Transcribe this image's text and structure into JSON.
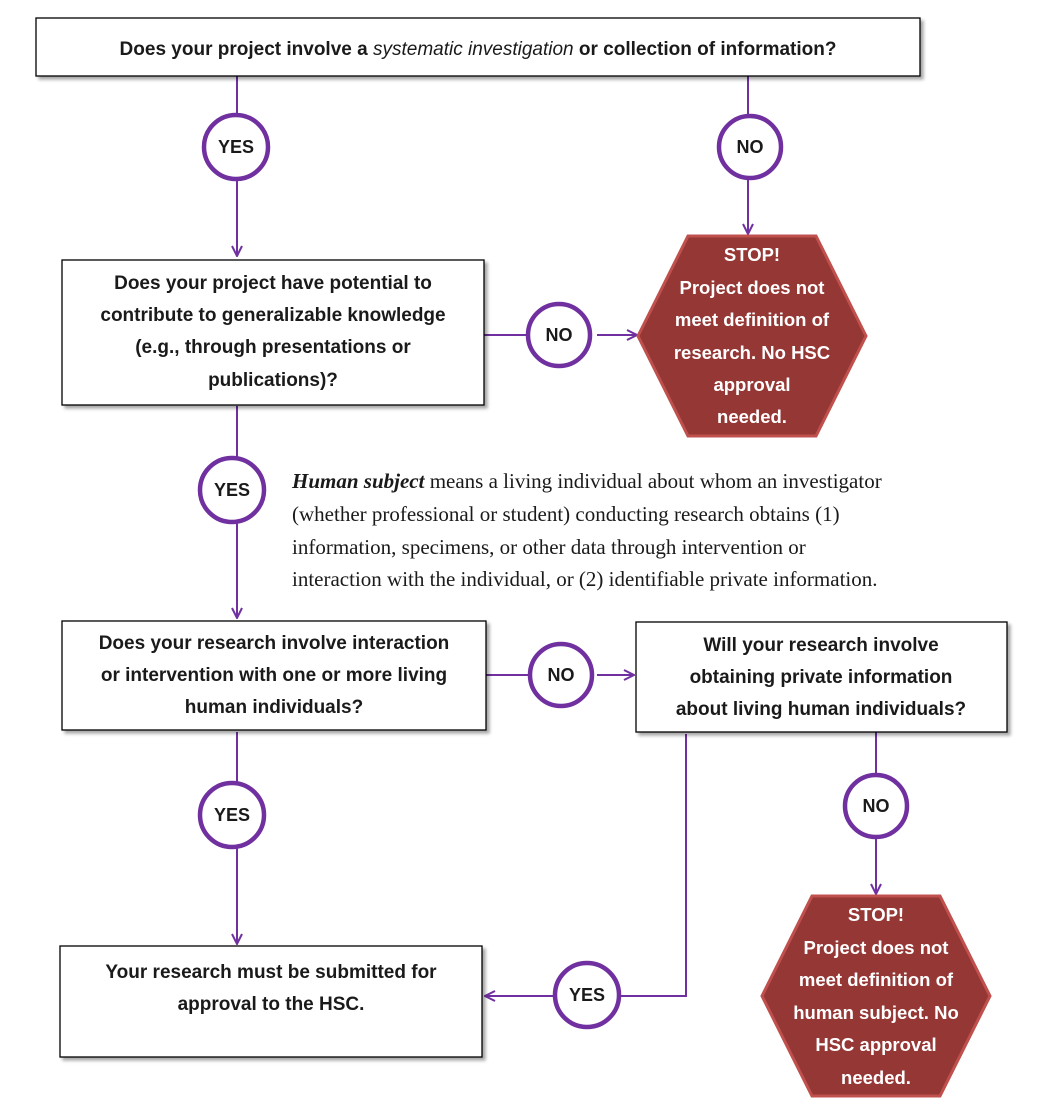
{
  "colors": {
    "connector": "#7030a0",
    "stop_fill": "#953735",
    "stop_border": "#c0504d",
    "box_border": "#000000"
  },
  "questions": {
    "q1": {
      "before": "Does your project involve a ",
      "emphasis": "systematic investigation",
      "after": " or collection of information?"
    },
    "q2": [
      "Does your project have potential to",
      "contribute to generalizable knowledge",
      "(e.g., through presentations or",
      "publications)?"
    ],
    "q3": [
      "Does your research involve interaction",
      "or intervention with one or more living",
      "human individuals?"
    ],
    "q4": [
      "Will your research involve",
      "obtaining private information",
      "about living human individuals?"
    ]
  },
  "outcomes": {
    "submit": [
      "Your research must be submitted for",
      "approval to the HSC."
    ],
    "stop_research": [
      "STOP!",
      "Project does not",
      "meet definition of",
      "research. No HSC",
      "approval",
      "needed."
    ],
    "stop_human_subject": [
      "STOP!",
      "Project does not",
      "meet definition of",
      "human subject. No",
      "HSC approval",
      "needed."
    ]
  },
  "answers": {
    "q1_yes": "YES",
    "q1_no": "NO",
    "q2_no": "NO",
    "q2_yes": "YES",
    "q3_no": "NO",
    "q3_yes": "YES",
    "q4_no": "NO",
    "q4_yes": "YES"
  },
  "definition": {
    "term": "Human subject",
    "lines": [
      " means a living individual about whom an investigator",
      "(whether professional or student) conducting research obtains (1)",
      "information, specimens, or other data through intervention or",
      "interaction with the individual, or (2) identifiable private information."
    ]
  }
}
